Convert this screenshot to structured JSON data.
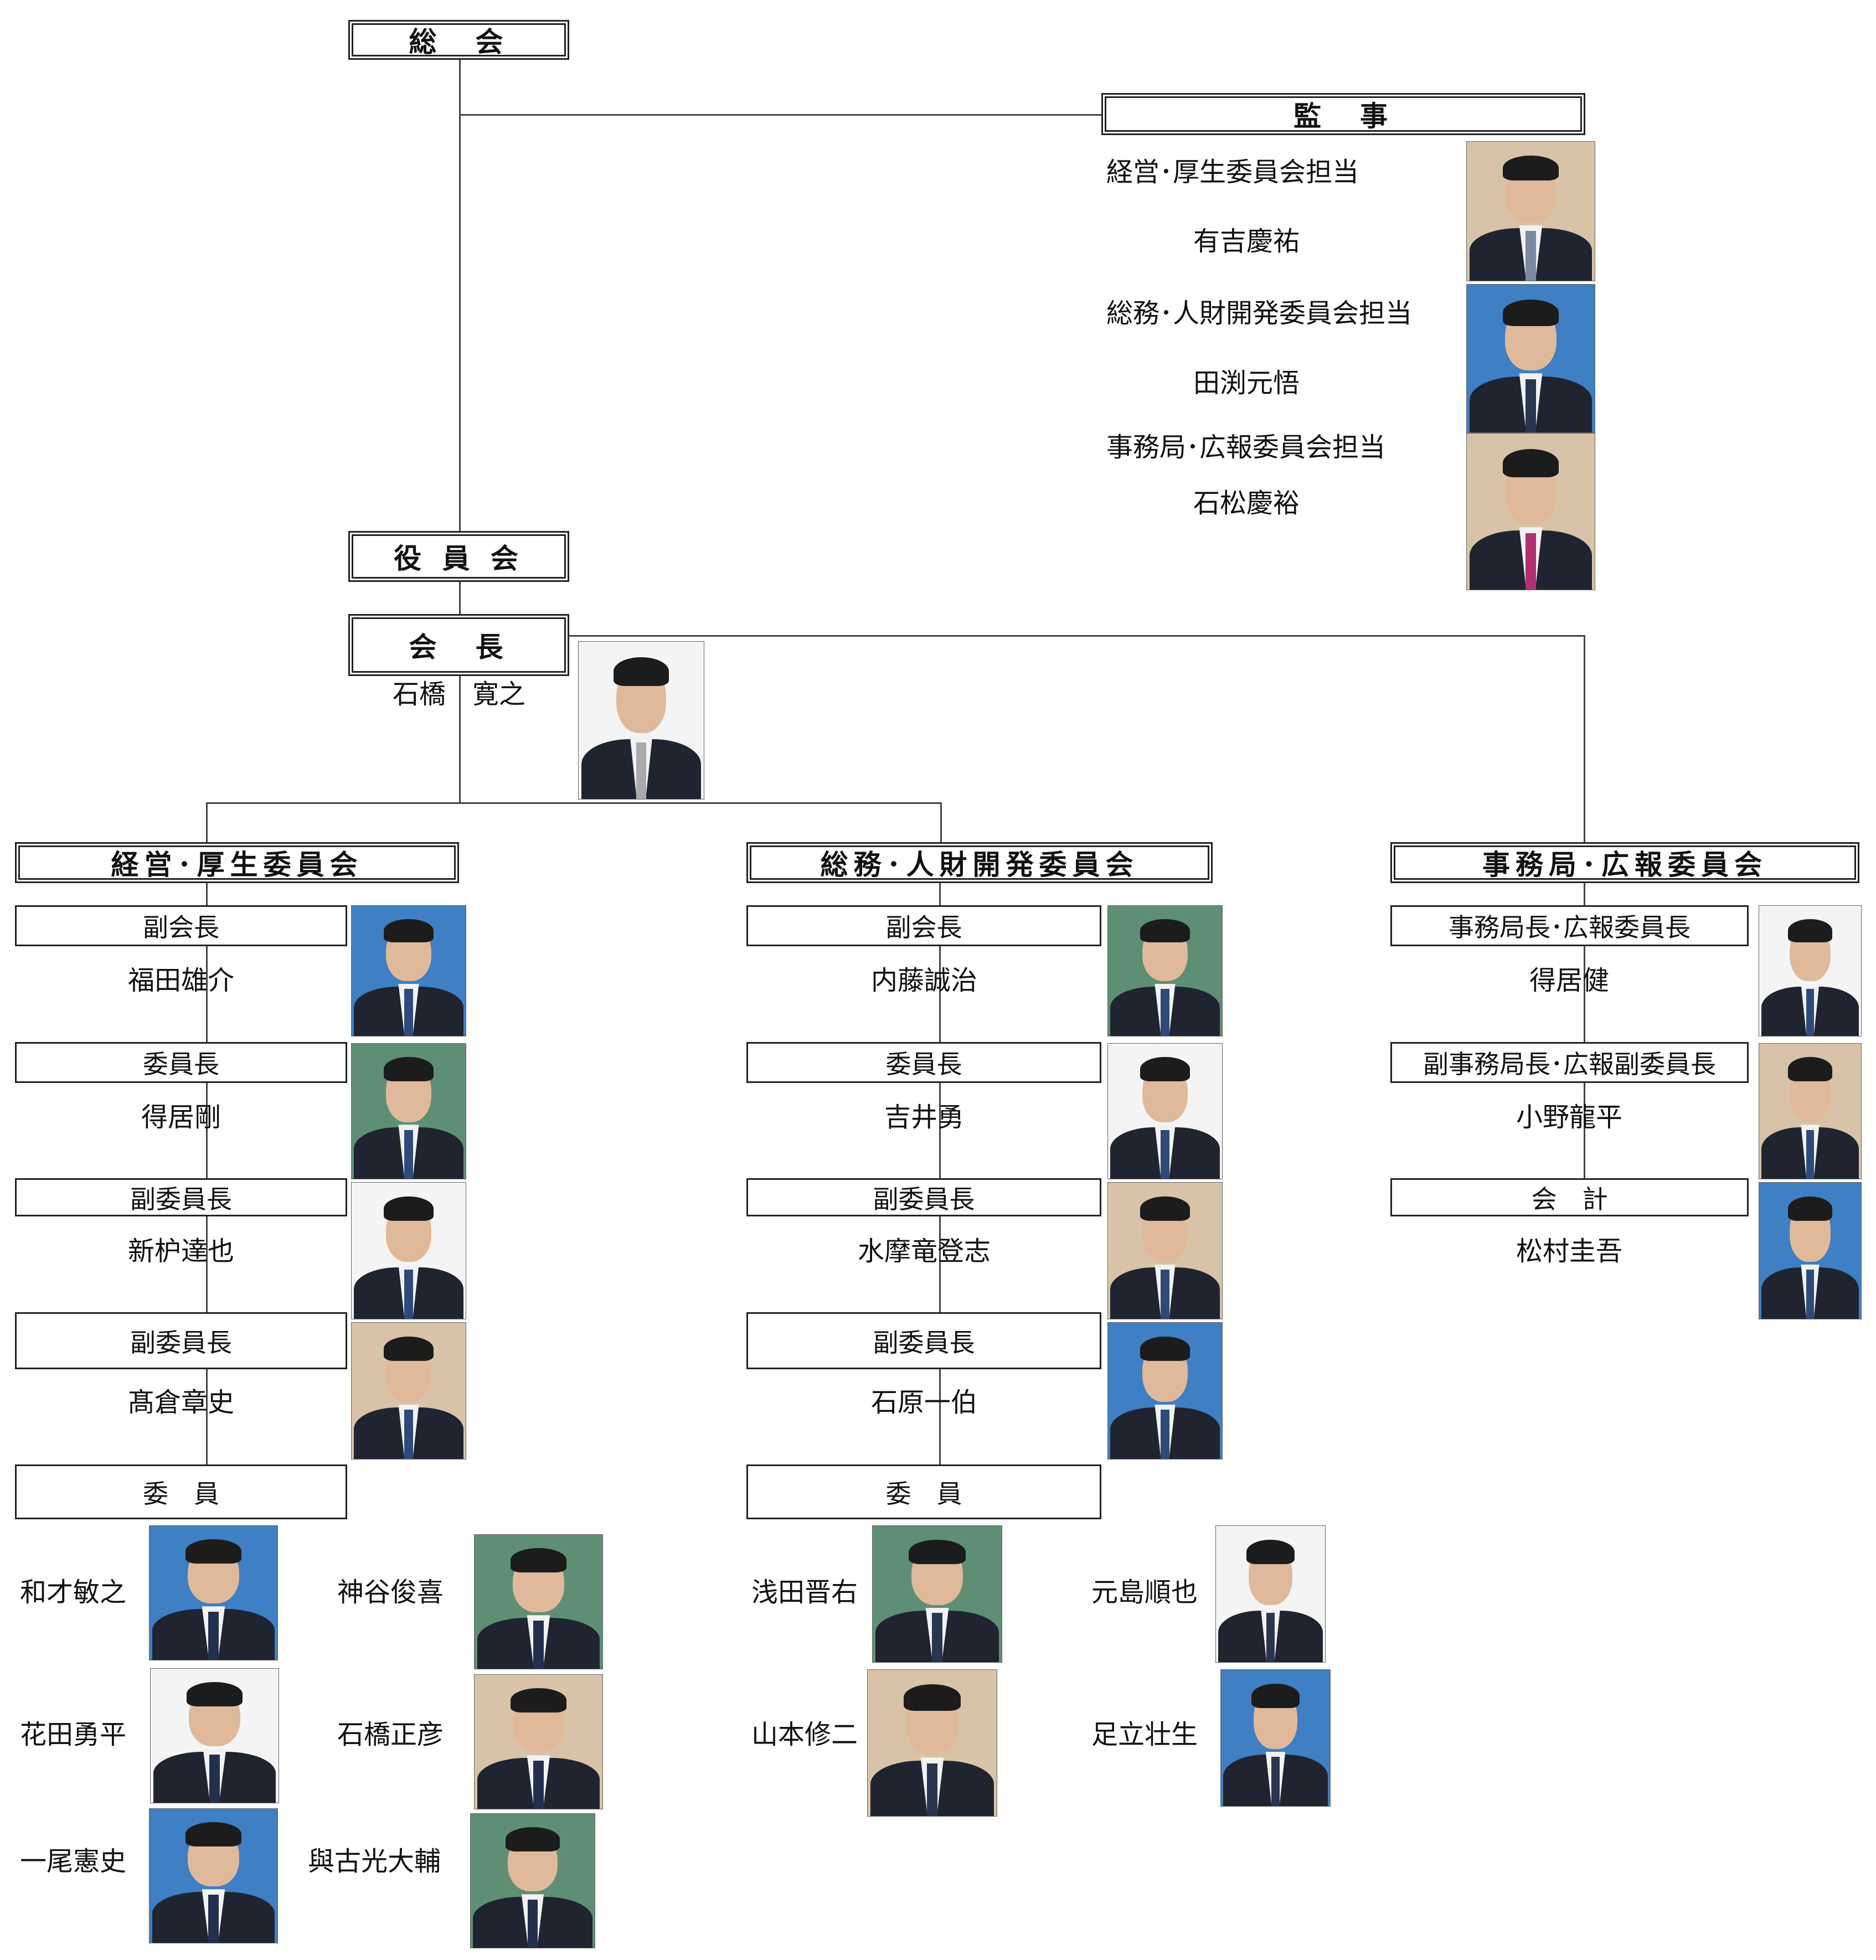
{
  "general_assembly": {
    "label": "総　会"
  },
  "auditors": {
    "title": "監　事",
    "members": [
      {
        "role": "経営･厚生委員会担当",
        "name": "有吉慶祐"
      },
      {
        "role": "総務･人財開発委員会担当",
        "name": "田渕元悟"
      },
      {
        "role": "事務局･広報委員会担当",
        "name": "石松慶裕"
      }
    ]
  },
  "board": {
    "label": "役 員 会"
  },
  "president": {
    "title": "会　長",
    "name": "石橋　寛之"
  },
  "committees": [
    {
      "title": "経営･厚生委員会",
      "officers": [
        {
          "role": "副会長",
          "name": "福田雄介"
        },
        {
          "role": "委員長",
          "name": "得居剛"
        },
        {
          "role": "副委員長",
          "name": "新枦達也"
        },
        {
          "role": "副委員長",
          "name": "髙倉章史"
        }
      ],
      "members_label": "委　員",
      "members": [
        "和才敏之",
        "神谷俊喜",
        "花田勇平",
        "石橋正彦",
        "一尾憲史",
        "與古光大輔"
      ]
    },
    {
      "title": "総務･人財開発委員会",
      "officers": [
        {
          "role": "副会長",
          "name": "内藤誠治"
        },
        {
          "role": "委員長",
          "name": "吉井勇"
        },
        {
          "role": "副委員長",
          "name": "水摩竜登志"
        },
        {
          "role": "副委員長",
          "name": "石原一伯"
        }
      ],
      "members_label": "委　員",
      "members": [
        "浅田晋右",
        "元島順也",
        "山本修二",
        "足立壮生"
      ]
    },
    {
      "title": "事務局･広報委員会",
      "officers": [
        {
          "role": "事務局長･広報委員長",
          "name": "得居健"
        },
        {
          "role": "副事務局長･広報副委員長",
          "name": "小野龍平"
        },
        {
          "role": "会　計",
          "name": "松村圭吾"
        }
      ]
    }
  ],
  "colors": {
    "line": "#444444",
    "box_border": "#222222",
    "photo_bg_beige": "#d8c3a8",
    "photo_bg_blue": "#3f7fc4",
    "photo_bg_green": "#5e8f74",
    "photo_bg_white": "#f4f4f4"
  }
}
